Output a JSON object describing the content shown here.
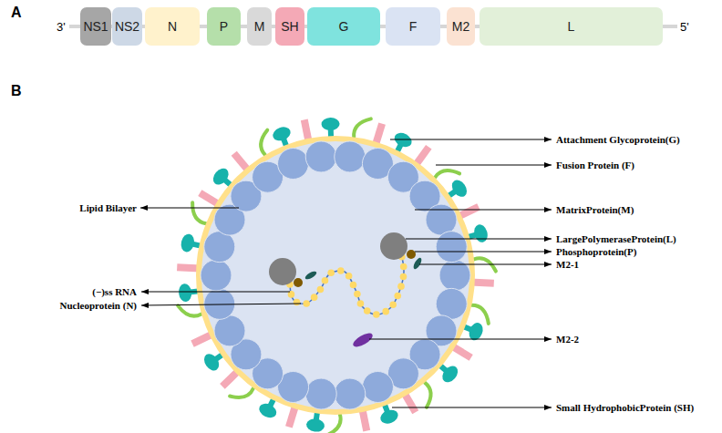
{
  "diagram": {
    "nodes": [
      {
        "text": [
          "NS1"
        ]
      },
      {
        "text": [
          "NS2"
        ]
      },
      {
        "text": [
          "N"
        ]
      },
      {
        "text": [
          "P"
        ]
      },
      {
        "text": [
          "M"
        ]
      },
      {
        "text": [
          "SH"
        ]
      },
      {
        "text": [
          "G"
        ]
      },
      {
        "text": [
          "F"
        ]
      },
      {
        "text": [
          "M2"
        ]
      },
      {
        "text": [
          "L"
        ]
      }
    ],
    "edges": [
      {
        "from": 0,
        "to": 1,
        "arrow": "none"
      },
      {
        "from": 1,
        "to": 2,
        "arrow": "none"
      },
      {
        "from": 2,
        "to": 3,
        "arrow": "none"
      },
      {
        "from": 3,
        "to": 4,
        "arrow": "none"
      },
      {
        "from": 4,
        "to": 5,
        "arrow": "none"
      },
      {
        "from": 5,
        "to": 6,
        "arrow": "none"
      },
      {
        "from": 6,
        "to": 7,
        "arrow": "none"
      },
      {
        "from": 7,
        "to": 8,
        "arrow": "none"
      },
      {
        "from": 8,
        "to": 9,
        "arrow": "none"
      }
    ],
    "labels": [
      "A",
      "3'",
      "5'",
      "B",
      "Attachment Glycoprotein(G)",
      "Fusion Protein (F)",
      "Lipid Bilayer",
      "MatrixProtein(M)",
      "LargePolymeraseProtein(L)",
      "Phosphoprotein(P)",
      "M2-1",
      "(−)ss RNA",
      "Nucleoprotein (N)",
      "M2-2",
      "Small HydrophobicProtein (SH)"
    ]
  }
}
